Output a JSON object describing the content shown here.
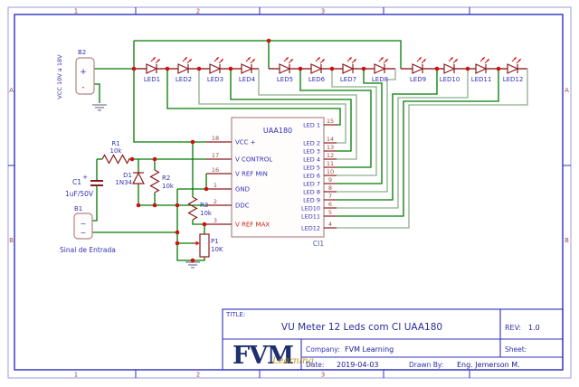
{
  "border": {
    "cols": [
      "1",
      "2",
      "3"
    ],
    "rows": [
      "A",
      "B"
    ]
  },
  "power": {
    "battery_ref": "B2",
    "battery_note": "VCC 10V a 18V",
    "plus": "+",
    "minus": "-"
  },
  "input": {
    "ref": "B1",
    "label": "Sinal de Entrada",
    "tilde1": "~",
    "tilde2": "~"
  },
  "leds": [
    "LED1",
    "LED2",
    "LED3",
    "LED4",
    "LED5",
    "LED6",
    "LED7",
    "LED8",
    "LED9",
    "LED10",
    "LED11",
    "LED12"
  ],
  "components": {
    "r1": {
      "ref": "R1",
      "value": "10k"
    },
    "r2": {
      "ref": "R2",
      "value": "10k"
    },
    "r3": {
      "ref": "R3",
      "value": "10k"
    },
    "d1": {
      "ref": "D1",
      "value": "1N34"
    },
    "c1": {
      "ref": "C1",
      "value": "1uF/50V"
    },
    "p1": {
      "ref": "P1",
      "value": "10K"
    }
  },
  "ic": {
    "name": "UAA180",
    "ref": "CI1",
    "left_pins": [
      {
        "num": "18",
        "name": "VCC +"
      },
      {
        "num": "17",
        "name": "V CONTROL"
      },
      {
        "num": "16",
        "name": "V REF MIN"
      },
      {
        "num": "1",
        "name": "GND"
      },
      {
        "num": "2",
        "name": "DDC"
      },
      {
        "num": "3",
        "name": "V REF MAX"
      }
    ],
    "right_pins": [
      {
        "num": "15",
        "name": "LED 1"
      },
      {
        "num": "14",
        "name": "LED 2"
      },
      {
        "num": "13",
        "name": "LED 3"
      },
      {
        "num": "12",
        "name": "LED 4"
      },
      {
        "num": "11",
        "name": "LED 5"
      },
      {
        "num": "10",
        "name": "LED 6"
      },
      {
        "num": "9",
        "name": "LED 7"
      },
      {
        "num": "8",
        "name": "LED 8"
      },
      {
        "num": "7",
        "name": "LED 9"
      },
      {
        "num": "6",
        "name": "LED10"
      },
      {
        "num": "5",
        "name": "LED11"
      },
      {
        "num": "4",
        "name": "LED12"
      }
    ]
  },
  "titleblock": {
    "title_label": "TITLE:",
    "title": "VU Meter 12 Leds com CI UAA180",
    "rev_label": "REV:",
    "rev": "1.0",
    "logo_main": "FVM",
    "logo_sub": "Learning",
    "company_label": "Company:",
    "company": "FVM Learning",
    "sheet_label": "Sheet:",
    "date_label": "Date:",
    "date": "2019-04-03",
    "drawn_label": "Drawn By:",
    "drawn": "Eng. Jemerson M."
  },
  "colors": {
    "wire_green": "#007a00",
    "wire_light_green": "#8fae8f",
    "bus_red": "#8b0000",
    "junction_red": "#d01010",
    "symbol_outline": "#8b1a1a",
    "label_blue": "#3232b4",
    "pin_number": "#9b4a4a",
    "frame_blue": "#2f2fbe",
    "frame_light": "#9b9bdd",
    "logo_navy": "#1d2f6f",
    "logo_gold": "#c09a1f"
  }
}
